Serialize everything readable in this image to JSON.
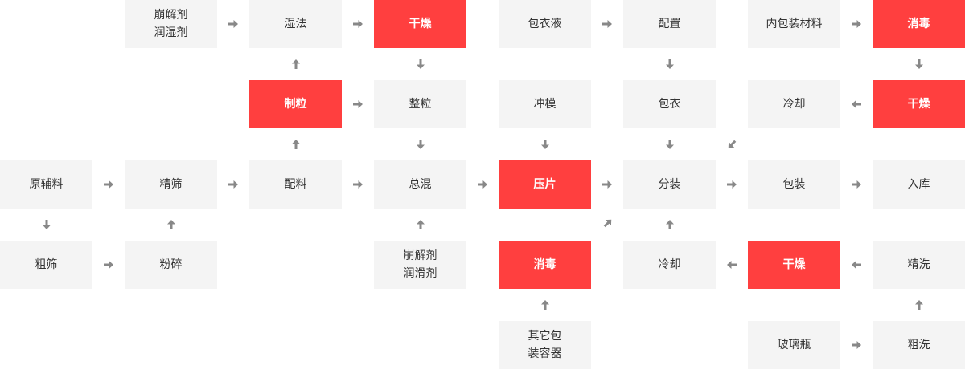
{
  "colors": {
    "box": "#f4f4f4",
    "highlight": "#ff3f3f",
    "text": "#333333",
    "highlight_text": "#ffffff",
    "arrow": "#888888"
  },
  "nodes": [
    {
      "id": "bjrsj1",
      "label": "崩解剂\n润湿剂",
      "highlight": false
    },
    {
      "id": "shifa",
      "label": "湿法",
      "highlight": false
    },
    {
      "id": "ganzao1",
      "label": "干燥",
      "highlight": true
    },
    {
      "id": "baoyiye",
      "label": "包衣液",
      "highlight": false
    },
    {
      "id": "peizhi",
      "label": "配置",
      "highlight": false
    },
    {
      "id": "neibaozhuang",
      "label": "内包装材料",
      "highlight": false
    },
    {
      "id": "xiaodu1",
      "label": "消毒",
      "highlight": true
    },
    {
      "id": "zhili",
      "label": "制粒",
      "highlight": true
    },
    {
      "id": "zhengli",
      "label": "整粒",
      "highlight": false
    },
    {
      "id": "chongmo",
      "label": "冲模",
      "highlight": false
    },
    {
      "id": "baoyi",
      "label": "包衣",
      "highlight": false
    },
    {
      "id": "lengque1",
      "label": "冷却",
      "highlight": false
    },
    {
      "id": "ganzao2",
      "label": "干燥",
      "highlight": true
    },
    {
      "id": "yuanfuliao",
      "label": "原辅料",
      "highlight": false
    },
    {
      "id": "jingshai",
      "label": "精筛",
      "highlight": false
    },
    {
      "id": "peiliao",
      "label": "配料",
      "highlight": false
    },
    {
      "id": "zonghun",
      "label": "总混",
      "highlight": false
    },
    {
      "id": "yapian",
      "label": "压片",
      "highlight": true
    },
    {
      "id": "fenzhuang",
      "label": "分装",
      "highlight": false
    },
    {
      "id": "baozhuang",
      "label": "包装",
      "highlight": false
    },
    {
      "id": "ruku",
      "label": "入库",
      "highlight": false
    },
    {
      "id": "cushai",
      "label": "粗筛",
      "highlight": false
    },
    {
      "id": "fensui",
      "label": "粉碎",
      "highlight": false
    },
    {
      "id": "bjrhj",
      "label": "崩解剂\n润滑剂",
      "highlight": false
    },
    {
      "id": "xiaodu2",
      "label": "消毒",
      "highlight": true
    },
    {
      "id": "lengque2",
      "label": "冷却",
      "highlight": false
    },
    {
      "id": "ganzao3",
      "label": "干燥",
      "highlight": true
    },
    {
      "id": "jingxi",
      "label": "精洗",
      "highlight": false
    },
    {
      "id": "qitabao",
      "label": "其它包\n装容器",
      "highlight": false
    },
    {
      "id": "bolipin",
      "label": "玻璃瓶",
      "highlight": false
    },
    {
      "id": "cuxi",
      "label": "粗洗",
      "highlight": false
    }
  ],
  "edges": [
    {
      "from": "bjrsj1",
      "to": "shifa",
      "dir": "right"
    },
    {
      "from": "shifa",
      "to": "ganzao1",
      "dir": "right"
    },
    {
      "from": "baoyiye",
      "to": "peizhi",
      "dir": "right"
    },
    {
      "from": "neibaozhuang",
      "to": "xiaodu1",
      "dir": "right"
    },
    {
      "from": "zhili",
      "to": "shifa",
      "dir": "up"
    },
    {
      "from": "ganzao1",
      "to": "zhengli",
      "dir": "down"
    },
    {
      "from": "peizhi",
      "to": "baoyi",
      "dir": "down"
    },
    {
      "from": "xiaodu1",
      "to": "ganzao2",
      "dir": "down"
    },
    {
      "from": "zhili",
      "to": "zhengli",
      "dir": "right"
    },
    {
      "from": "ganzao2",
      "to": "lengque1",
      "dir": "left"
    },
    {
      "from": "peiliao",
      "to": "zhili",
      "dir": "up"
    },
    {
      "from": "zhengli",
      "to": "zonghun",
      "dir": "down"
    },
    {
      "from": "chongmo",
      "to": "yapian",
      "dir": "down"
    },
    {
      "from": "baoyi",
      "to": "fenzhuang",
      "dir": "down"
    },
    {
      "from": "lengque1",
      "to": "fenzhuang",
      "dir": "down-left"
    },
    {
      "from": "yuanfuliao",
      "to": "jingshai",
      "dir": "right"
    },
    {
      "from": "jingshai",
      "to": "peiliao",
      "dir": "right"
    },
    {
      "from": "peiliao",
      "to": "zonghun",
      "dir": "right"
    },
    {
      "from": "zonghun",
      "to": "yapian",
      "dir": "right"
    },
    {
      "from": "yapian",
      "to": "fenzhuang",
      "dir": "right"
    },
    {
      "from": "fenzhuang",
      "to": "baozhuang",
      "dir": "right"
    },
    {
      "from": "baozhuang",
      "to": "ruku",
      "dir": "right"
    },
    {
      "from": "yuanfuliao",
      "to": "cushai",
      "dir": "down"
    },
    {
      "from": "fensui",
      "to": "jingshai",
      "dir": "up"
    },
    {
      "from": "bjrhj",
      "to": "zonghun",
      "dir": "up"
    },
    {
      "from": "xiaodu2",
      "to": "fenzhuang",
      "dir": "up-right"
    },
    {
      "from": "lengque2",
      "to": "fenzhuang",
      "dir": "up"
    },
    {
      "from": "cushai",
      "to": "fensui",
      "dir": "right"
    },
    {
      "from": "ganzao3",
      "to": "lengque2",
      "dir": "left"
    },
    {
      "from": "jingxi",
      "to": "ganzao3",
      "dir": "left"
    },
    {
      "from": "qitabao",
      "to": "xiaodu2",
      "dir": "up"
    },
    {
      "from": "cuxi",
      "to": "jingxi",
      "dir": "up"
    },
    {
      "from": "bolipin",
      "to": "cuxi",
      "dir": "right"
    }
  ]
}
